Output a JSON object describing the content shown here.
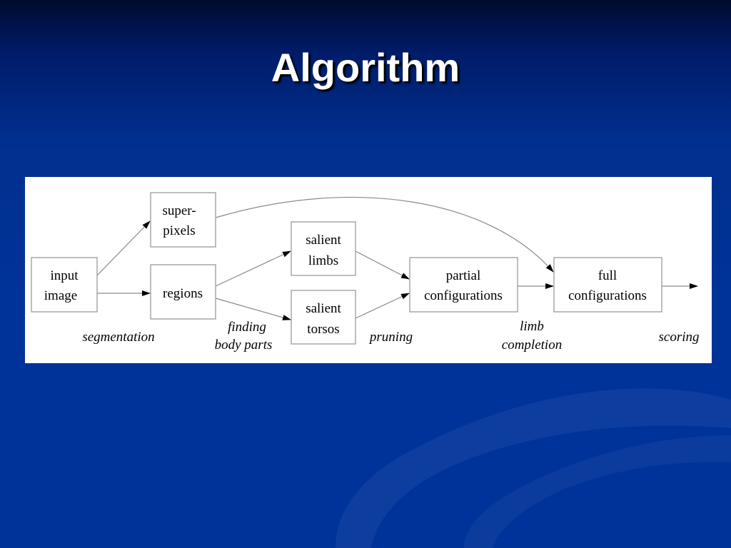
{
  "slide": {
    "title": "Algorithm"
  },
  "diagram": {
    "nodes": {
      "input_image": [
        "input",
        "image"
      ],
      "superpixels": [
        "super-",
        "pixels"
      ],
      "regions": [
        "regions"
      ],
      "salient_limbs": [
        "salient",
        "limbs"
      ],
      "salient_torsos": [
        "salient",
        "torsos"
      ],
      "partial_configurations": [
        "partial",
        "configurations"
      ],
      "full_configurations": [
        "full",
        "configurations"
      ]
    },
    "stages": {
      "segmentation": [
        "segmentation"
      ],
      "finding_body_parts": [
        "finding",
        "body parts"
      ],
      "pruning": [
        "pruning"
      ],
      "limb_completion": [
        "limb",
        "completion"
      ],
      "scoring": [
        "scoring"
      ]
    }
  },
  "colors": {
    "background": "#003399",
    "panel": "#ffffff",
    "box_border": "#9a9a9a",
    "arrow": "#8a8a8a"
  }
}
